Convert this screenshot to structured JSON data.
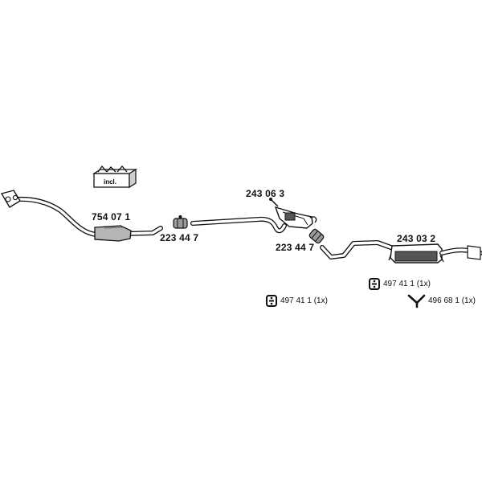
{
  "kit_badge": {
    "label": "incl."
  },
  "parts": [
    {
      "key": "front_pipe",
      "number": "754 07 1"
    },
    {
      "key": "clamp_a",
      "number": "223 44 7"
    },
    {
      "key": "centre_silencer",
      "number": "243 06 3"
    },
    {
      "key": "clamp_b",
      "number": "223 44 7"
    },
    {
      "key": "rear_silencer",
      "number": "243 03 2"
    }
  ],
  "accessories": [
    {
      "key": "rubber_mount_a",
      "icon": "rubber-mount-icon",
      "number": "497 41 1 (1x)"
    },
    {
      "key": "rubber_mount_b",
      "icon": "rubber-mount-icon",
      "number": "497 41 1 (1x)"
    },
    {
      "key": "hanger",
      "icon": "hanger-icon",
      "number": "496 68 1 (1x)"
    }
  ],
  "colors": {
    "line": "#111111",
    "fill": "#ffffff",
    "shade": "#b5b5b5",
    "dark": "#555555"
  }
}
